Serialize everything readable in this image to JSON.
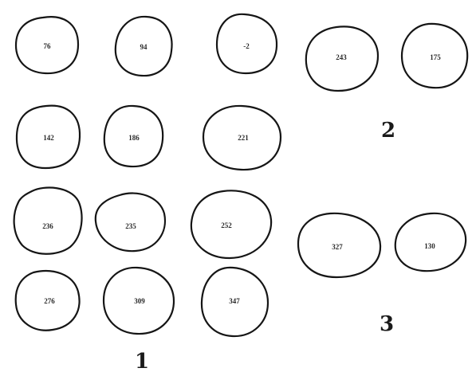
{
  "figure": {
    "group_labels": {
      "g1": "1",
      "g2": "2",
      "g3": "3"
    },
    "cells": [
      {
        "id": "c1",
        "label": "76",
        "group": "1"
      },
      {
        "id": "c2",
        "label": "94",
        "group": "1"
      },
      {
        "id": "c3",
        "label": "-2",
        "group": "1"
      },
      {
        "id": "c4",
        "label": "142",
        "group": "1"
      },
      {
        "id": "c5",
        "label": "186",
        "group": "1"
      },
      {
        "id": "c6",
        "label": "221",
        "group": "1"
      },
      {
        "id": "c7",
        "label": "236",
        "group": "1"
      },
      {
        "id": "c8",
        "label": "235",
        "group": "1"
      },
      {
        "id": "c9",
        "label": "252",
        "group": "1"
      },
      {
        "id": "c10",
        "label": "276",
        "group": "1"
      },
      {
        "id": "c11",
        "label": "309",
        "group": "1"
      },
      {
        "id": "c12",
        "label": "347",
        "group": "1"
      },
      {
        "id": "c13",
        "label": "243",
        "group": "2"
      },
      {
        "id": "c14",
        "label": "175",
        "group": "2"
      },
      {
        "id": "c15",
        "label": "327",
        "group": "3"
      },
      {
        "id": "c16",
        "label": "130",
        "group": "3"
      }
    ]
  }
}
